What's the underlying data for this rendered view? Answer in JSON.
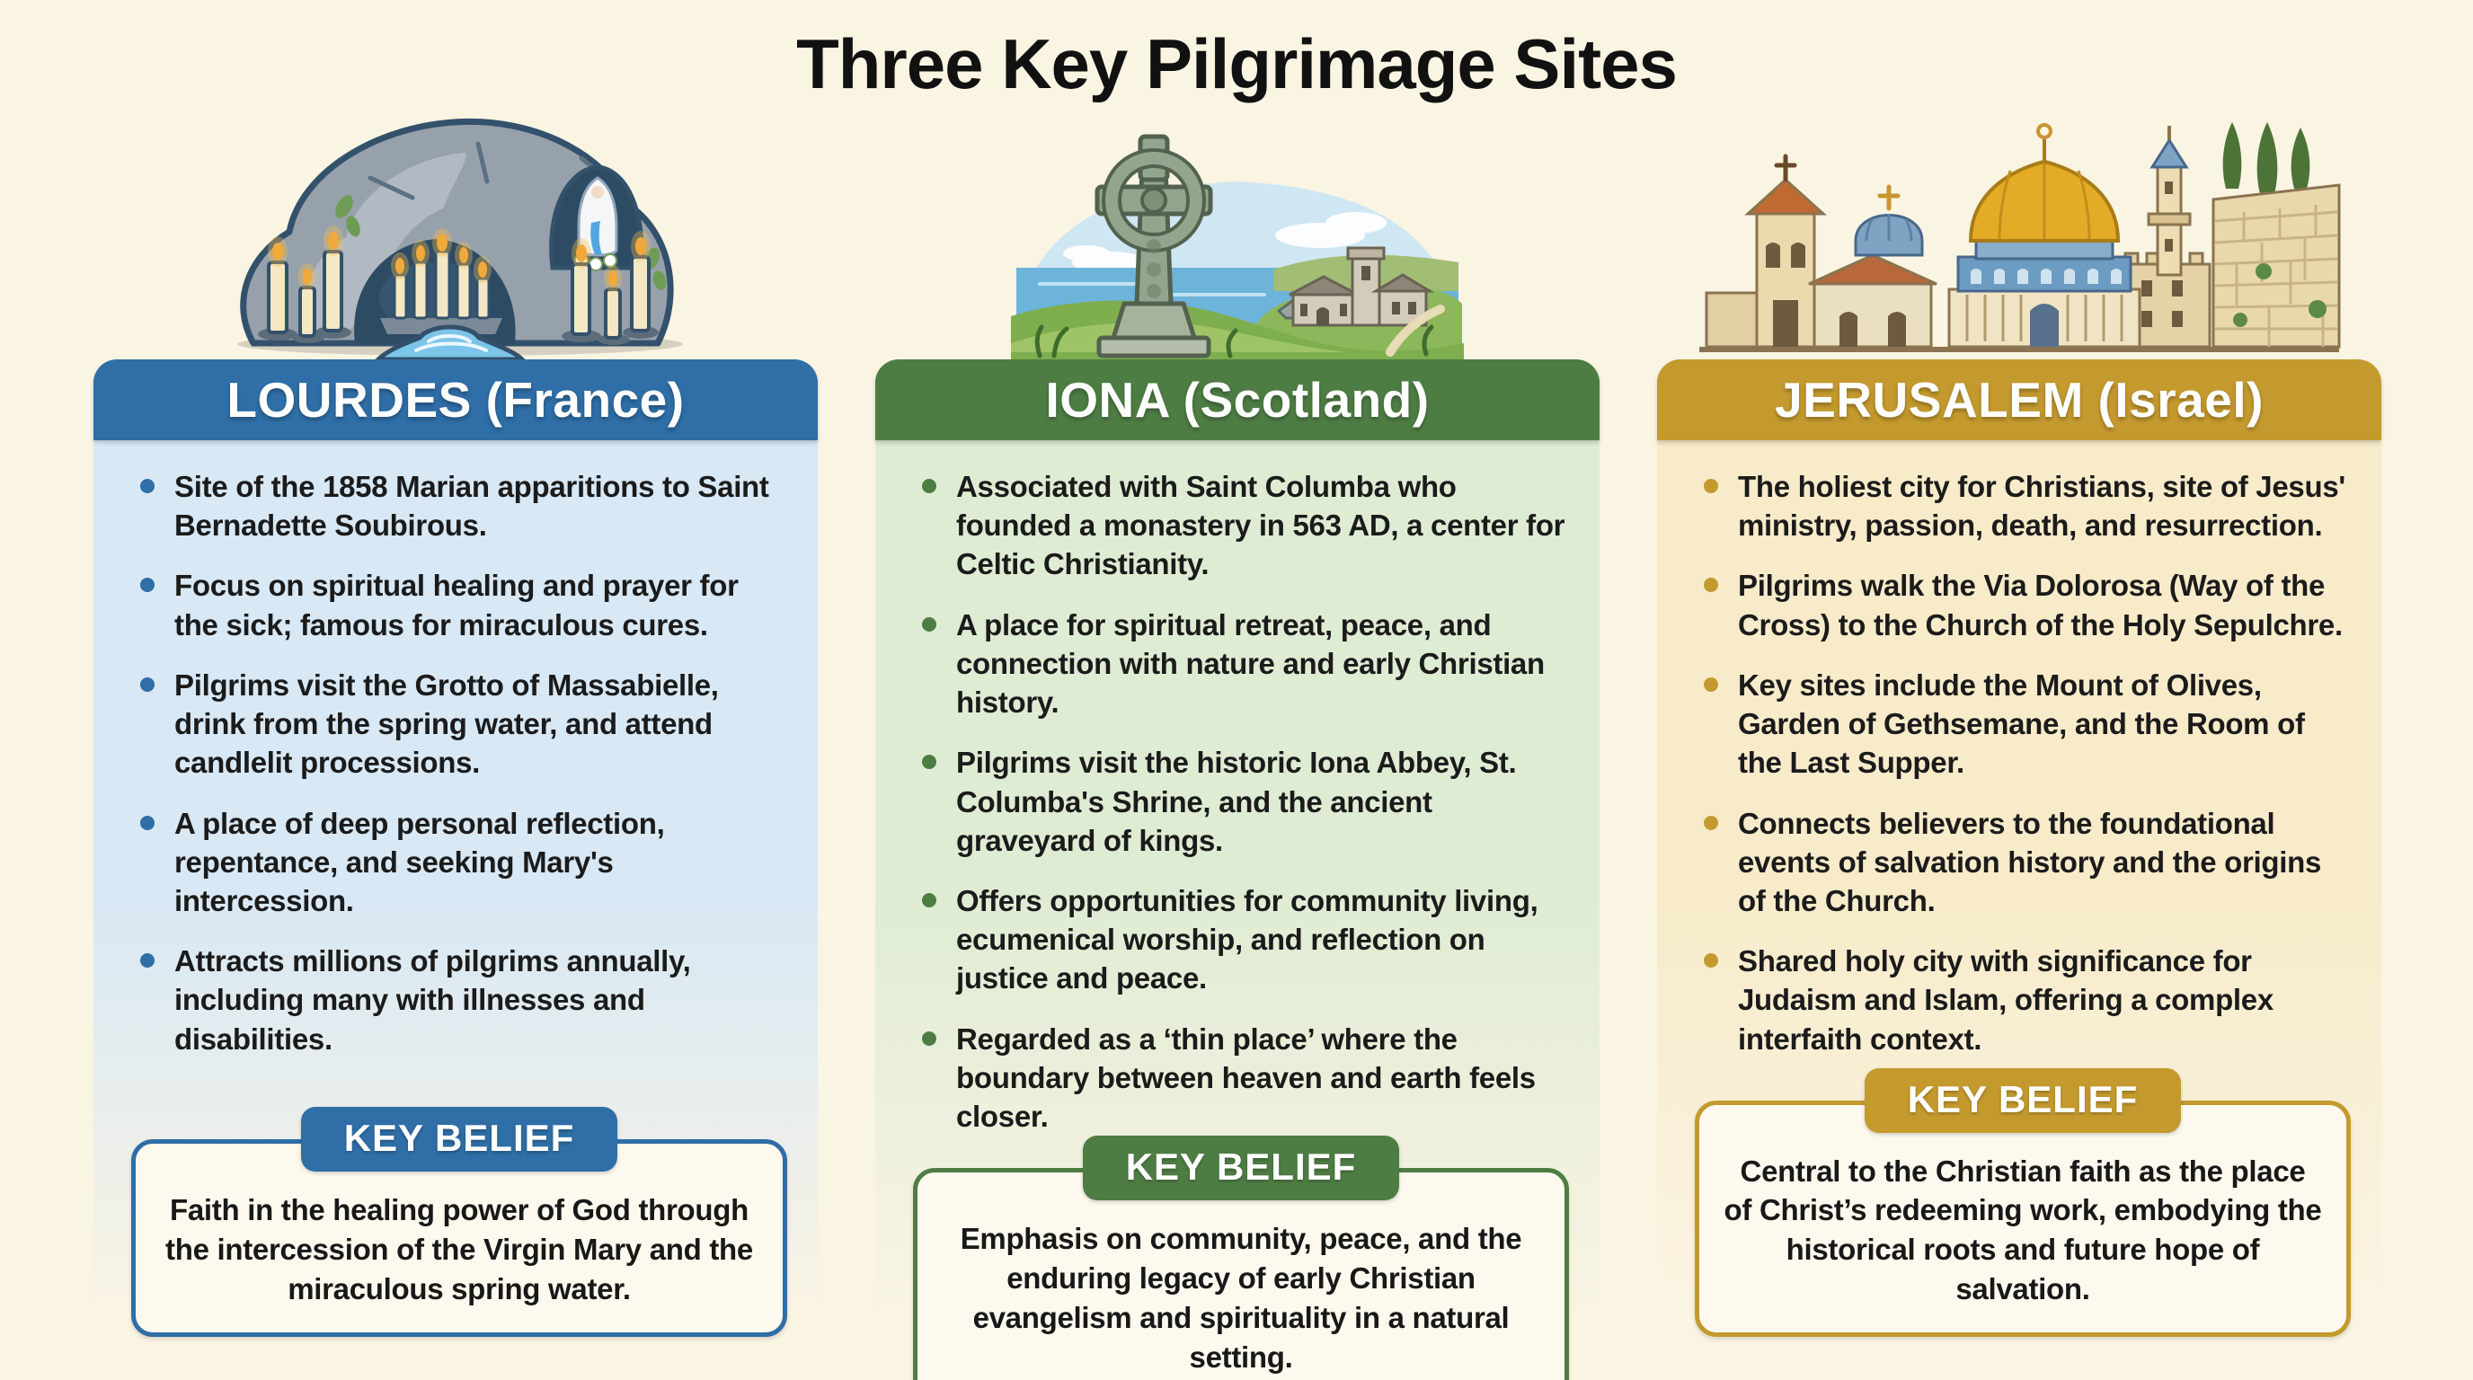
{
  "title": "Three Key Pilgrimage Sites",
  "background_color": "#faf4e3",
  "text_color": "#1b1b1b",
  "columns": [
    {
      "id": "lourdes",
      "header": "LOURDES (France)",
      "accent": "#2f6ea6",
      "tint": "#d8e8f5",
      "illustration": "lourdes-grotto",
      "bullets": [
        "Site of the 1858 Marian apparitions to Saint Bernadette Soubirous.",
        "Focus on spiritual healing and prayer for the sick; famous for miraculous cures.",
        "Pilgrims visit the Grotto of Massabielle, drink from the spring water, and attend candlelit processions.",
        "A place of deep personal reflection, repentance, and seeking Mary's intercession.",
        "Attracts millions of pilgrims annually, including many with illnesses and disabilities."
      ],
      "key_belief_label": "KEY BELIEF",
      "key_belief": "Faith in the healing power of God through the intercession of the Virgin Mary and the miraculous spring water."
    },
    {
      "id": "iona",
      "header": "IONA (Scotland)",
      "accent": "#4e7d44",
      "tint": "#dfecd4",
      "illustration": "iona-celtic-cross",
      "bullets": [
        "Associated with Saint Columba who founded a monastery in 563 AD, a center for Celtic Christianity.",
        "A place for spiritual retreat, peace, and connection with nature and early Christian history.",
        "Pilgrims visit the historic Iona Abbey, St. Columba's Shrine, and the ancient graveyard of kings.",
        "Offers opportunities for community living, ecumenical worship, and reflection on justice and peace.",
        "Regarded as a ‘thin place’ where the boundary between heaven and earth feels closer."
      ],
      "key_belief_label": "KEY BELIEF",
      "key_belief": "Emphasis on community, peace, and the enduring legacy of early Christian evangelism and spirituality in a natural setting."
    },
    {
      "id": "jerusalem",
      "header": "JERUSALEM (Israel)",
      "accent": "#c49a2e",
      "tint": "#f7ebca",
      "illustration": "jerusalem-skyline",
      "bullets": [
        "The holiest city for Christians, site of Jesus' ministry, passion, death, and resurrection.",
        "Pilgrims walk the Via Dolorosa (Way of the Cross) to the Church of the Holy Sepulchre.",
        "Key sites include the Mount of Olives, Garden of Gethsemane, and the Room of the Last Supper.",
        "Connects believers to the foundational events of salvation history and the origins of the Church.",
        "Shared holy city with significance for Judaism and Islam, offering a complex interfaith context."
      ],
      "key_belief_label": "KEY BELIEF",
      "key_belief": "Central to the Christian faith as the place of Christ’s redeeming work, embodying the historical roots and future hope of salvation."
    }
  ]
}
